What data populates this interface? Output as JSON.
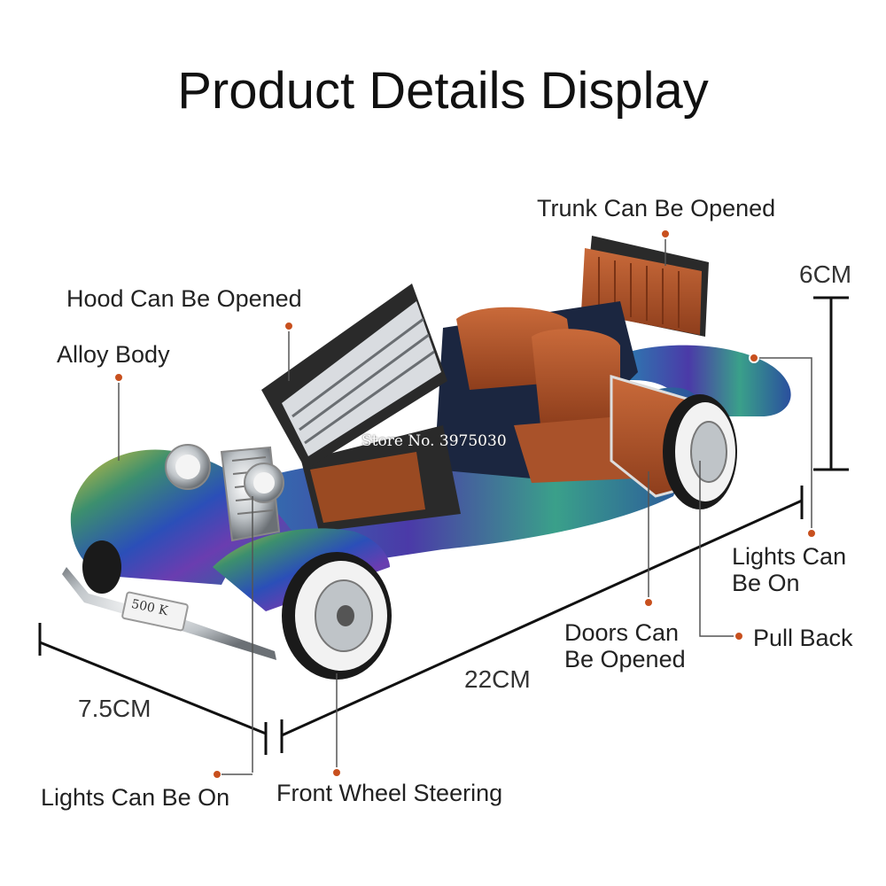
{
  "title": "Product Details Display",
  "watermark": "Store No. 3975030",
  "plate_text": "500 K",
  "labels": {
    "trunk": "Trunk Can Be Opened",
    "hood": "Hood Can Be Opened",
    "alloy": "Alloy Body",
    "lights_rear_1": "Lights Can",
    "lights_rear_2": "Be On",
    "doors_1": "Doors Can",
    "doors_2": "Be Opened",
    "pull_back": "Pull Back",
    "lights_front": "Lights Can Be On",
    "steering": "Front Wheel Steering"
  },
  "dimensions": {
    "height": "6CM",
    "length": "22CM",
    "width": "7.5CM"
  },
  "colors": {
    "callout_dot": "#c8501e",
    "callout_line": "#555555",
    "dimension_line": "#111111",
    "leather": "#b5562a",
    "tire_wall": "#f2f2f2"
  }
}
